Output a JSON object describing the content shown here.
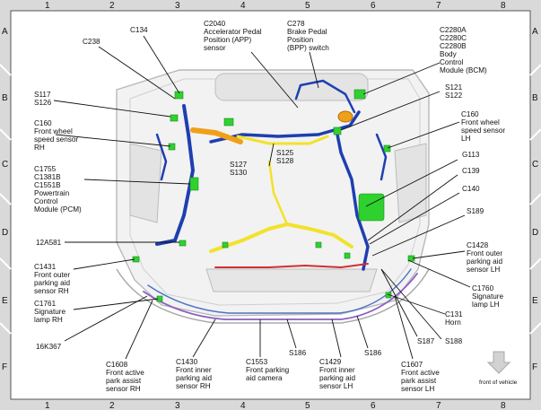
{
  "grid": {
    "columns": [
      "1",
      "2",
      "3",
      "4",
      "5",
      "6",
      "7",
      "8"
    ],
    "rows": [
      "A",
      "B",
      "C",
      "D",
      "E",
      "F"
    ]
  },
  "labels": {
    "c238": [
      "C238"
    ],
    "c134": [
      "C134"
    ],
    "c2040": [
      "C2040",
      "Accelerator Pedal",
      "Position (APP)",
      "sensor"
    ],
    "c278": [
      "C278",
      "Brake Pedal",
      "Position",
      "(BPP) switch"
    ],
    "c2280": [
      "C2280A",
      "C2280C",
      "C2280B",
      "Body",
      "Control",
      "Module (BCM)"
    ],
    "s117": [
      "S117",
      "S126"
    ],
    "s121": [
      "S121",
      "S122"
    ],
    "c160rh": [
      "C160",
      "Front wheel",
      "speed sensor",
      "RH"
    ],
    "c160lh": [
      "C160",
      "Front wheel",
      "speed sensor",
      "LH"
    ],
    "c1755": [
      "C1755",
      "C1381B",
      "C1551B",
      "Powertrain",
      "Control",
      "Module (PCM)"
    ],
    "s127": [
      "S127",
      "S130"
    ],
    "s125": [
      "S125",
      "S128"
    ],
    "g113": [
      "G113"
    ],
    "c139": [
      "C139"
    ],
    "c140": [
      "C140"
    ],
    "s189": [
      "S189"
    ],
    "h12a581": [
      "12A581"
    ],
    "c1428": [
      "C1428",
      "Front outer",
      "parking aid",
      "sensor LH"
    ],
    "c1431": [
      "C1431",
      "Front outer",
      "parking aid",
      "sensor RH"
    ],
    "c1760": [
      "C1760",
      "Signature",
      "lamp LH"
    ],
    "c1761": [
      "C1761",
      "Signature",
      "lamp RH"
    ],
    "c131": [
      "C131",
      "Horn"
    ],
    "s187": [
      "S187"
    ],
    "s188": [
      "S188"
    ],
    "h16k367": [
      "16K367"
    ],
    "s186a": [
      "S186"
    ],
    "s186b": [
      "S186"
    ],
    "c1608": [
      "C1608",
      "Front active",
      "park assist",
      "sensor RH"
    ],
    "c1430": [
      "C1430",
      "Front inner",
      "parking aid",
      "sensor RH"
    ],
    "c1553": [
      "C1553",
      "Front parking",
      "aid camera"
    ],
    "c1429": [
      "C1429",
      "Front inner",
      "parking aid",
      "sensor LH"
    ],
    "c1607": [
      "C1607",
      "Front active",
      "park assist",
      "sensor LH"
    ]
  },
  "front_of_vehicle": "front of vehicle",
  "colors": {
    "harness_blue": "#1f3fb0",
    "harness_yellow": "#f2e22a",
    "harness_orange": "#f0a018",
    "connector_green": "#2fd12f",
    "bumper_purple": "#8a5fc0",
    "bumper_red": "#d03030",
    "body_grey": "#c9c9c9",
    "border_grey": "#d9d9d9"
  },
  "icons": {
    "front_arrow": "down-arrow-icon"
  }
}
